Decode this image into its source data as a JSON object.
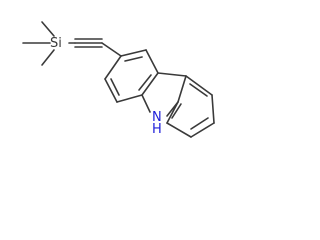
{
  "molecule": {
    "atom_labels": {
      "silicon": "Si",
      "nitrogen": "N",
      "nitrogen_hydrogen": "H"
    },
    "colors": {
      "bond": "#3a3a3a",
      "carbon_label": "#3a3a3a",
      "nitrogen_label": "#1f1fd9"
    }
  }
}
